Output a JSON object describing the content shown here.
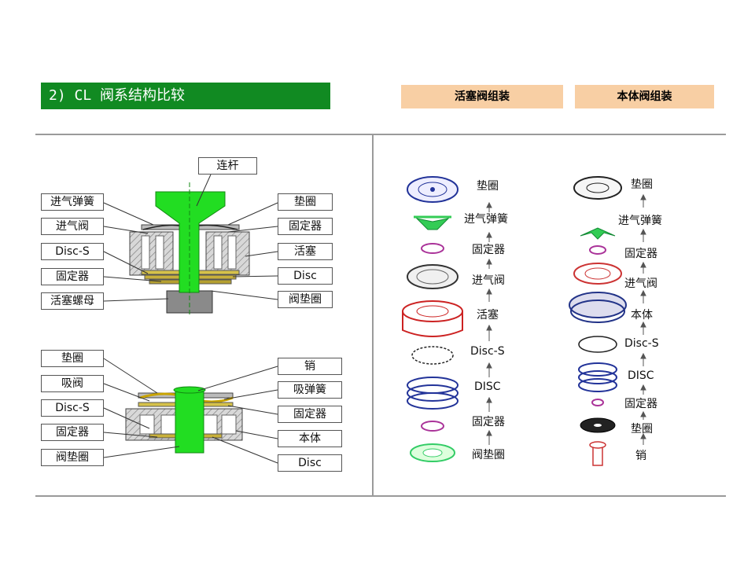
{
  "title": "2) CL 阀系结构比较",
  "headers": {
    "piston": "活塞阀组装",
    "body": "本体阀组装"
  },
  "piston_valve": {
    "top_label": "连杆",
    "left_labels": [
      "进气弹簧",
      "进气阀",
      "Disc-S",
      "固定器",
      "活塞螺母"
    ],
    "right_labels": [
      "垫圈",
      "固定器",
      "活塞",
      "Disc",
      "阀垫圈"
    ]
  },
  "body_valve": {
    "left_labels": [
      "垫圈",
      "吸阀",
      "Disc-S",
      "固定器",
      "阀垫圈"
    ],
    "right_labels": [
      "销",
      "吸弹簧",
      "固定器",
      "本体",
      "Disc"
    ]
  },
  "piston_assembly": [
    "垫圈",
    "进气弹簧",
    "固定器",
    "进气阀",
    "活塞",
    "Disc-S",
    "DISC",
    "固定器",
    "阀垫圈"
  ],
  "body_assembly": [
    "垫圈",
    "进气弹簧",
    "固定器",
    "进气阀",
    "本体",
    "Disc-S",
    "DISC",
    "固定器",
    "垫圈",
    "销"
  ],
  "colors": {
    "title_bg": "#118a22",
    "header_bg": "#f8cfa4",
    "rod_green": "#22dd22",
    "divider": "#9a9a9a"
  }
}
